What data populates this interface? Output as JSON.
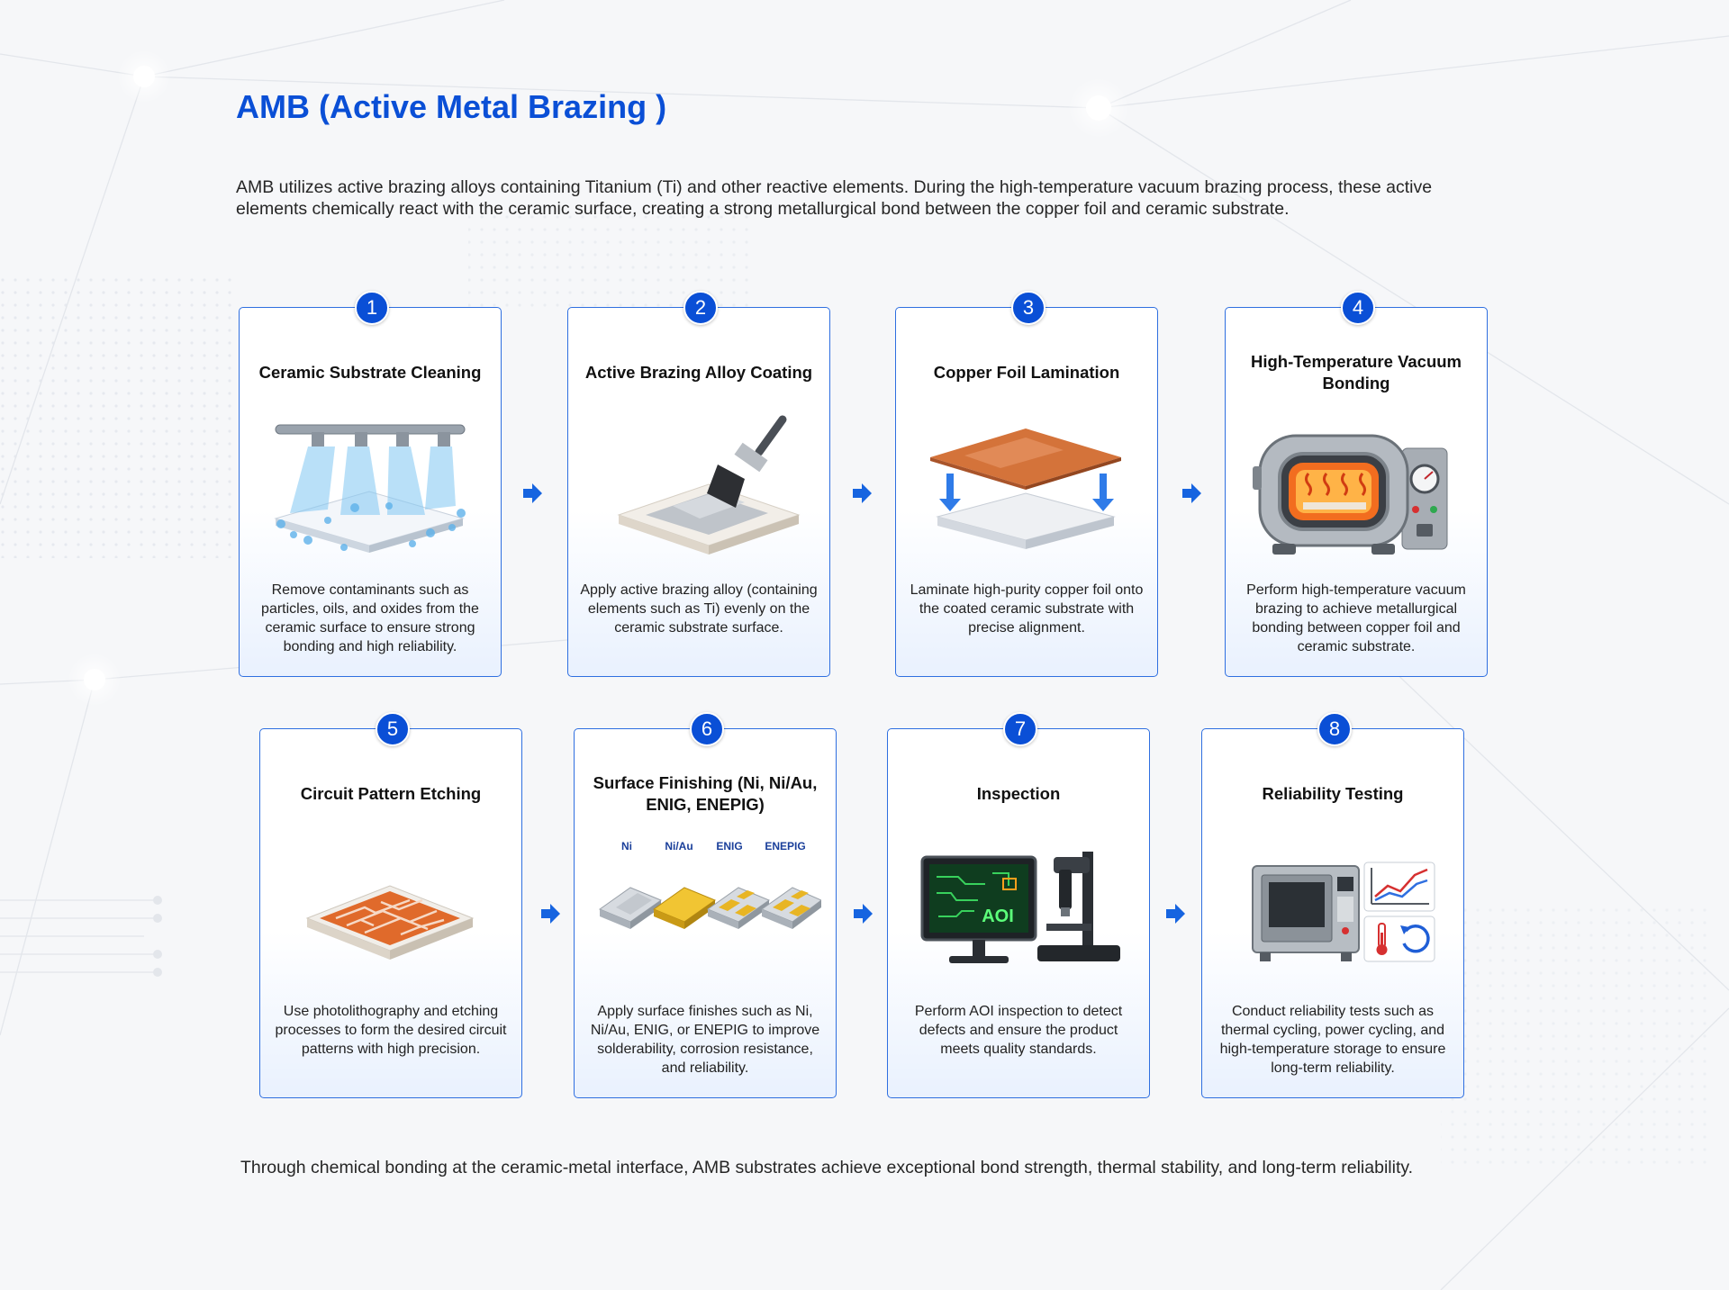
{
  "title": "AMB (Active Metal Brazing )",
  "intro": "AMB utilizes active brazing alloys containing Titanium (Ti) and other reactive elements. During the high-temperature vacuum brazing process, these active elements chemically react with the ceramic surface, creating a strong metallurgical bond between the copper foil and ceramic substrate.",
  "steps": [
    {
      "number": "1",
      "title": "Ceramic Substrate Cleaning",
      "description": "Remove contaminants such as particles, oils, and oxides from the ceramic surface to ensure strong bonding and high reliability.",
      "icon": "spray-cleaning-icon"
    },
    {
      "number": "2",
      "title": "Active Brazing Alloy Coating",
      "description": "Apply active brazing alloy (containing elements such as Ti) evenly on the ceramic substrate surface.",
      "icon": "brush-coating-icon"
    },
    {
      "number": "3",
      "title": "Copper Foil Lamination",
      "description": "Laminate high-purity copper foil onto the coated ceramic substrate with precise alignment.",
      "icon": "copper-lamination-icon"
    },
    {
      "number": "4",
      "title": "High-Temperature Vacuum Bonding",
      "description": "Perform high-temperature vacuum brazing to achieve metallurgical bonding between copper foil and ceramic substrate.",
      "icon": "vacuum-furnace-icon"
    },
    {
      "number": "5",
      "title": "Circuit Pattern Etching",
      "description": "Use photolithography and etching processes to form the desired circuit patterns with high precision.",
      "icon": "circuit-etching-icon"
    },
    {
      "number": "6",
      "title": "Surface Finishing (Ni, Ni/Au, ENIG, ENEPIG)",
      "description": "Apply surface finishes such as Ni, Ni/Au, ENIG, or ENEPIG to improve solderability, corrosion resistance, and reliability.",
      "icon": "surface-finish-icon",
      "finish_labels": [
        "Ni",
        "Ni/Au",
        "ENIG",
        "ENEPIG"
      ]
    },
    {
      "number": "7",
      "title": "Inspection",
      "description": "Perform AOI inspection to detect defects and ensure the product meets quality standards.",
      "icon": "aoi-inspection-icon",
      "screen_label": "AOI"
    },
    {
      "number": "8",
      "title": "Reliability Testing",
      "description": "Conduct reliability tests such as thermal cycling, power cycling, and high-temperature storage to ensure long-term reliability.",
      "icon": "reliability-chamber-icon"
    }
  ],
  "footer": "Through chemical bonding at the ceramic-metal interface, AMB substrates achieve exceptional bond strength, thermal stability, and long-term reliability.",
  "colors": {
    "accent": "#0a4fd6",
    "card_border": "#2f6fe0",
    "copper": "#d4733a",
    "gold": "#e8b524"
  }
}
